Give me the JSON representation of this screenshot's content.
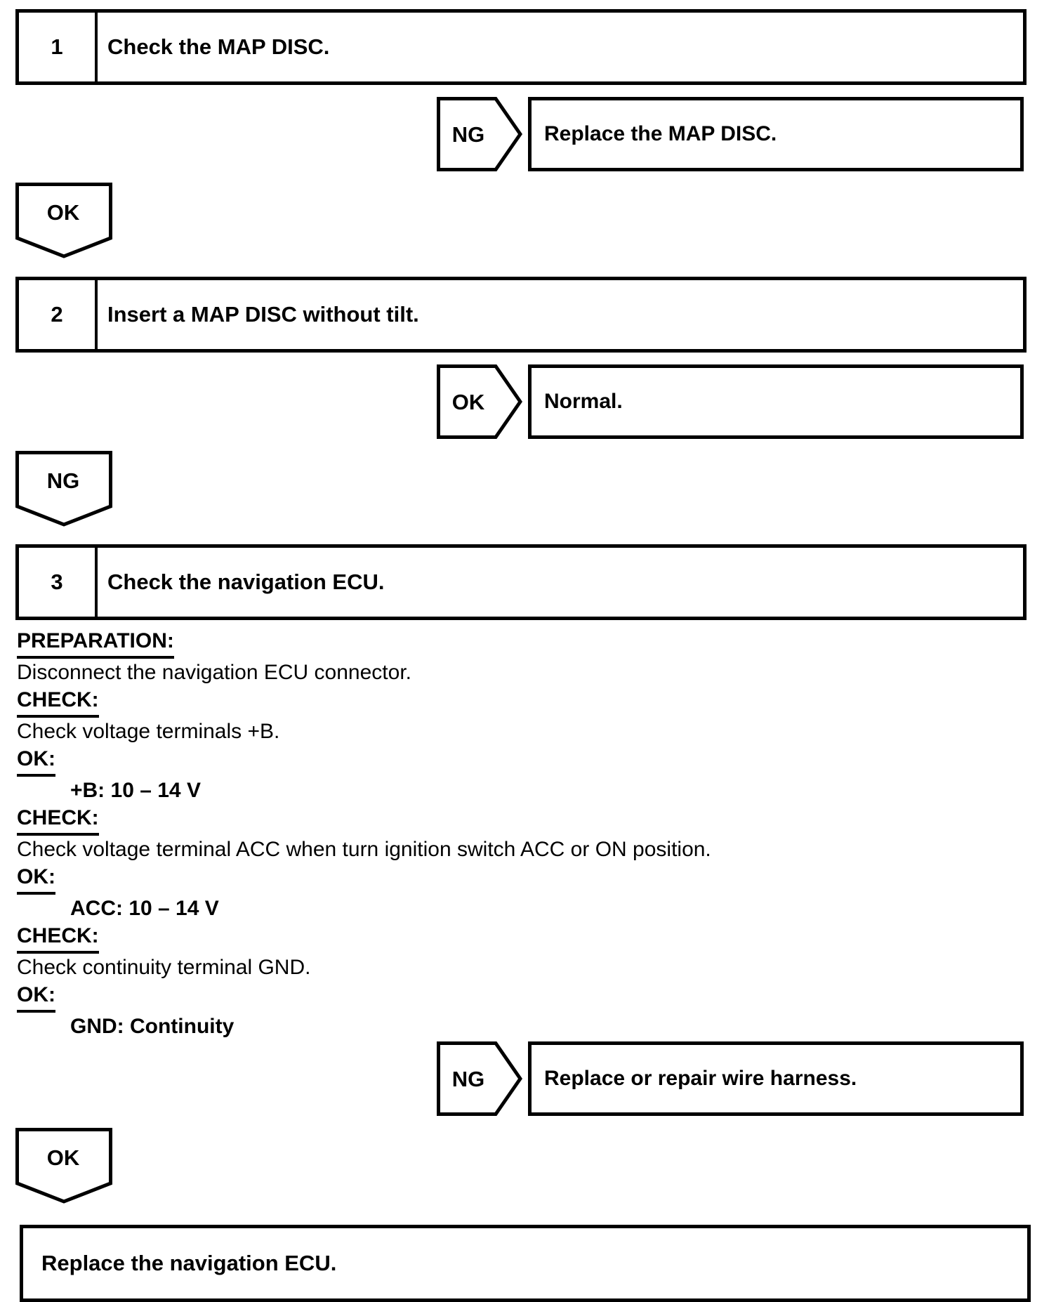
{
  "colors": {
    "ink": "#000000",
    "paper": "#ffffff"
  },
  "flow": {
    "step1": {
      "number": "1",
      "title": "Check the MAP DISC."
    },
    "callout1": {
      "tag": "NG",
      "result": "Replace the MAP DISC."
    },
    "connector1": {
      "tag": "OK"
    },
    "step2": {
      "number": "2",
      "title": "Insert a MAP DISC without tilt."
    },
    "callout2": {
      "tag": "OK",
      "result": "Normal."
    },
    "connector2": {
      "tag": "NG"
    },
    "step3": {
      "number": "3",
      "title": "Check the navigation ECU."
    },
    "procedure": [
      {
        "style": "header",
        "text": "PREPARATION:"
      },
      {
        "style": "body",
        "text": "Disconnect the navigation ECU connector."
      },
      {
        "style": "header",
        "text": "CHECK:"
      },
      {
        "style": "body",
        "text": "Check voltage terminals +B."
      },
      {
        "style": "header",
        "text": "OK:"
      },
      {
        "style": "value",
        "text": "+B: 10 – 14 V"
      },
      {
        "style": "header",
        "text": "CHECK:"
      },
      {
        "style": "body",
        "text": "Check voltage terminal ACC when turn ignition switch ACC or ON position."
      },
      {
        "style": "header",
        "text": "OK:"
      },
      {
        "style": "value",
        "text": "ACC: 10 – 14 V"
      },
      {
        "style": "header",
        "text": "CHECK:"
      },
      {
        "style": "body",
        "text": "Check continuity terminal GND."
      },
      {
        "style": "header",
        "text": "OK:"
      },
      {
        "style": "value",
        "text": "GND: Continuity"
      }
    ],
    "callout3": {
      "tag": "NG",
      "result": "Replace or repair wire harness."
    },
    "connector3": {
      "tag": "OK"
    },
    "final": {
      "text": "Replace the navigation ECU."
    }
  }
}
